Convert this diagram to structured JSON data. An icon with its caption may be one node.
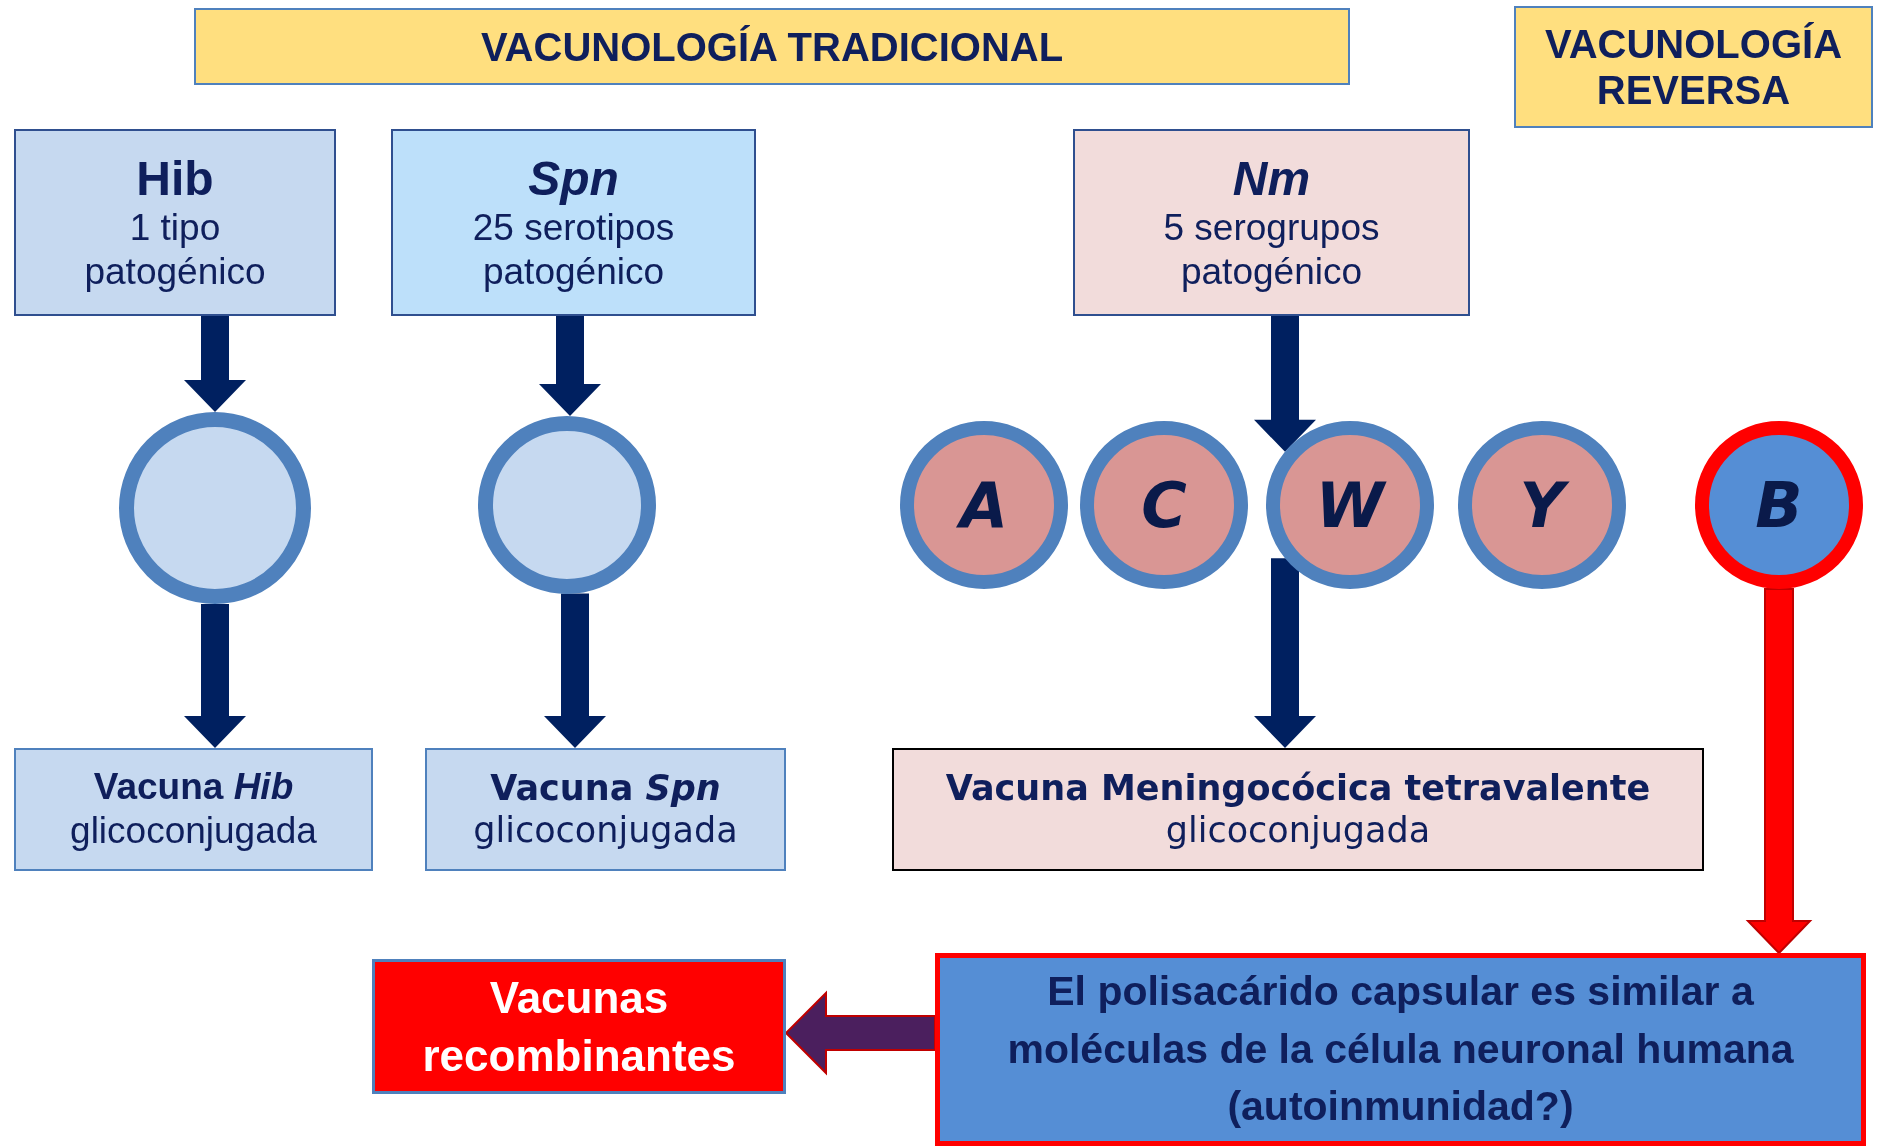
{
  "diagram": {
    "nodes": [
      {
        "text": [
          "VACUNOLOGÍA TRADICIONAL"
        ]
      },
      {
        "text": [
          "VACUNOLOGÍA REVERSA"
        ]
      },
      {
        "text": [
          "Hib",
          "1 tipo patogénico"
        ]
      },
      {
        "text": [
          "Spn",
          "25 serotipos patogénico"
        ]
      },
      {
        "text": [
          "Nm",
          "5 serogrupos patogénico"
        ]
      },
      {
        "text": [],
        "shape": "circle"
      },
      {
        "text": [],
        "shape": "circle"
      },
      {
        "text": [
          "A"
        ]
      },
      {
        "text": [
          "C"
        ]
      },
      {
        "text": [
          "W"
        ]
      },
      {
        "text": [
          "Y"
        ]
      },
      {
        "text": [
          "B"
        ]
      },
      {
        "text": [
          "Vacuna *Hib*",
          "glicoconjugada"
        ]
      },
      {
        "text": [
          "Vacuna *Spn*",
          "glicoconjugada"
        ]
      },
      {
        "text": [
          "Vacuna Meningocócica tetravalente",
          "glicoconjugada"
        ]
      },
      {
        "text": [
          "Vacunas recombinantes"
        ]
      },
      {
        "text": [
          "El polisacárido capsular es similar a moléculas de la célula neuronal humana (autoinmunidad?)"
        ]
      }
    ],
    "edges": [
      {
        "from": 2,
        "to": 5,
        "arrow": "to"
      },
      {
        "from": 5,
        "to": 12,
        "arrow": "to"
      },
      {
        "from": 3,
        "to": 6,
        "arrow": "to"
      },
      {
        "from": 6,
        "to": 13,
        "arrow": "to"
      },
      {
        "from": 4,
        "to": 9,
        "arrow": "to"
      },
      {
        "from": 9,
        "to": 14,
        "arrow": "to"
      },
      {
        "from": 11,
        "to": 16,
        "arrow": "to",
        "color": "#ff0000"
      },
      {
        "from": 16,
        "to": 15,
        "arrow": "to",
        "color": "#4b1f5e"
      }
    ]
  }
}
